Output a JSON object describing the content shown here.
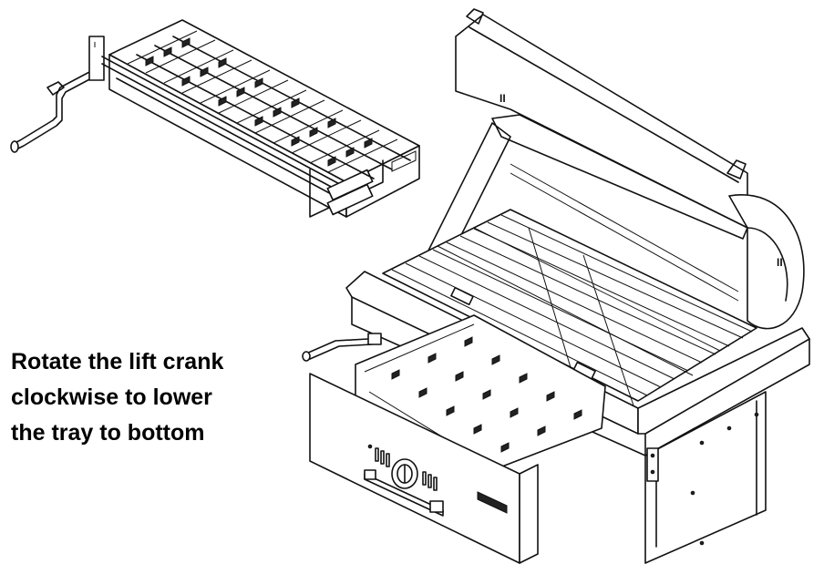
{
  "instruction": {
    "lines": [
      "Rotate the lift crank",
      "clockwise to lower",
      "the tray to bottom"
    ]
  },
  "illustration": {
    "brand_badge_text": ""
  }
}
